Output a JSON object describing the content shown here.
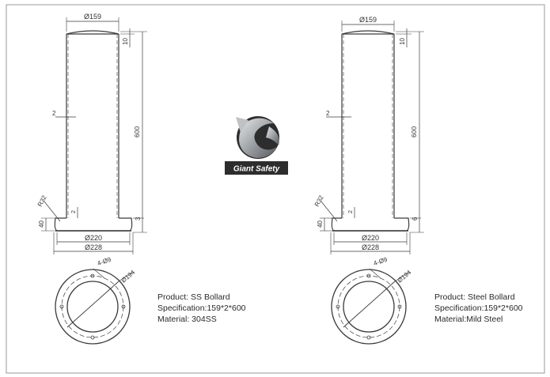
{
  "colors": {
    "line": "#3a3a3a",
    "border": "#9a9a9a",
    "logo_dark": "#2d2d2d",
    "logo_steel": "#b9bcbf"
  },
  "left": {
    "dims": {
      "top_width": "Ø159",
      "top_cap": "10",
      "height": "600",
      "wall": "2",
      "radius": "R32",
      "base_h": "40",
      "base_t": "3",
      "base_wall": "2",
      "d_inner": "Ø220",
      "d_outer": "Ø228",
      "hole": "4-Ø9",
      "bolt_circle": "Ø194"
    },
    "spec": {
      "product": "Product: SS Bollard",
      "specification": "Specification:159*2*600",
      "material": "Material: 304SS"
    }
  },
  "right": {
    "dims": {
      "top_width": "Ø159",
      "top_cap": "10",
      "height": "600",
      "wall": "2",
      "radius": "R32",
      "base_h": "40",
      "base_t": "6",
      "base_wall": "2",
      "d_inner": "Ø220",
      "d_outer": "Ø228",
      "hole": "4-Ø9",
      "bolt_circle": "Ø194"
    },
    "spec": {
      "product": "Product: Steel Bollard",
      "specification": "Specification:159*2*600",
      "material": "Material:Mild Steel"
    }
  },
  "logo": {
    "text": "Giant Safety",
    "icon": "giant-safety-logo-icon"
  }
}
